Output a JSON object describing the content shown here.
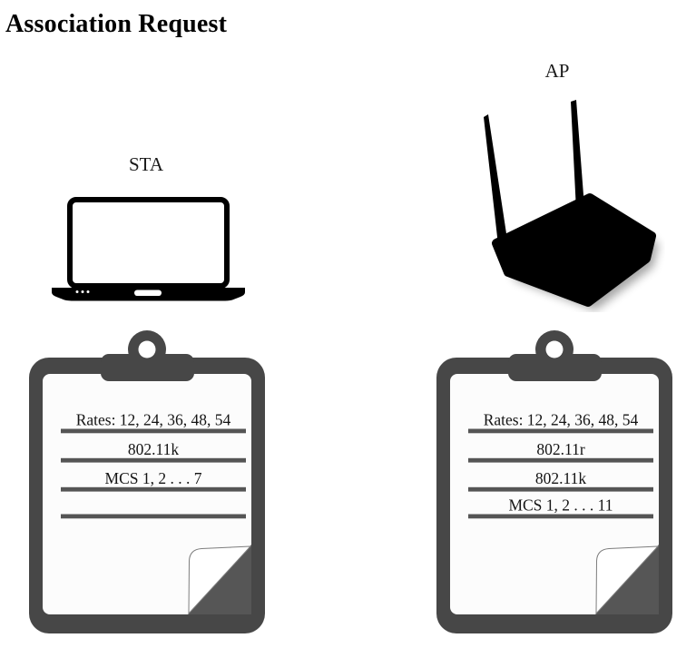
{
  "title": "Association Request",
  "colors": {
    "board": "#474747",
    "paper": "#fcfcfc",
    "line": "#555555",
    "fold": "#565656",
    "device": "#000000",
    "text": "#111111"
  },
  "devices": [
    {
      "id": "sta",
      "label": "STA",
      "icon": "laptop-icon"
    },
    {
      "id": "ap",
      "label": "AP",
      "icon": "router-icon"
    }
  ],
  "clipboards": [
    {
      "owner": "STA",
      "rows": [
        "Rates: 12, 24, 36, 48, 54",
        "802.11k",
        "MCS 1, 2 . . . 7",
        ""
      ]
    },
    {
      "owner": "AP",
      "rows": [
        "Rates: 12, 24, 36, 48, 54",
        "802.11r",
        "802.11k",
        "MCS 1, 2 . . . 11"
      ]
    }
  ]
}
